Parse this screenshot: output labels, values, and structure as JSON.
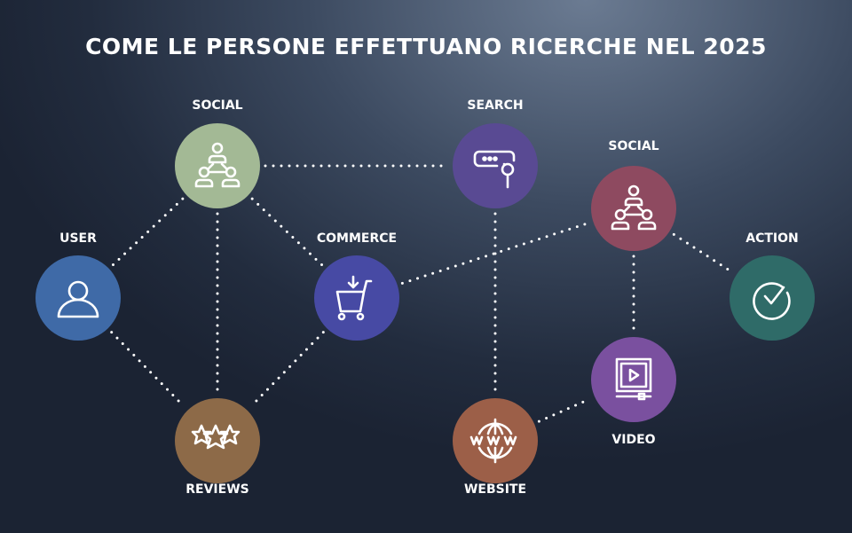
{
  "title": "COME LE PERSONE EFFETTUANO RICERCHE NEL 2025",
  "nodes": {
    "social1": {
      "label": "SOCIAL",
      "color": "#a3b995",
      "icon": "network-people-icon"
    },
    "search": {
      "label": "SEARCH",
      "color": "#594a93",
      "icon": "search-bar-icon"
    },
    "social2": {
      "label": "SOCIAL",
      "color": "#8e4a60",
      "icon": "network-people-icon"
    },
    "user": {
      "label": "USER",
      "color": "#3f6aa7",
      "icon": "user-icon"
    },
    "commerce": {
      "label": "COMMERCE",
      "color": "#474aa4",
      "icon": "cart-icon"
    },
    "action": {
      "label": "ACTION",
      "color": "#2f6b68",
      "icon": "check-circle-icon"
    },
    "reviews": {
      "label": "REVIEWS",
      "color": "#8d6a48",
      "icon": "stars-icon"
    },
    "website": {
      "label": "WEBSITE",
      "color": "#9c5f48",
      "icon": "globe-www-icon"
    },
    "video": {
      "label": "VIDEO",
      "color": "#7a509f",
      "icon": "video-player-icon"
    }
  },
  "links": [
    [
      "social1",
      "search"
    ],
    [
      "social1",
      "user"
    ],
    [
      "social1",
      "reviews"
    ],
    [
      "social1",
      "commerce"
    ],
    [
      "user",
      "reviews"
    ],
    [
      "commerce",
      "reviews"
    ],
    [
      "commerce",
      "social2"
    ],
    [
      "search",
      "website"
    ],
    [
      "social2",
      "video"
    ],
    [
      "social2",
      "action"
    ],
    [
      "website",
      "video"
    ]
  ]
}
